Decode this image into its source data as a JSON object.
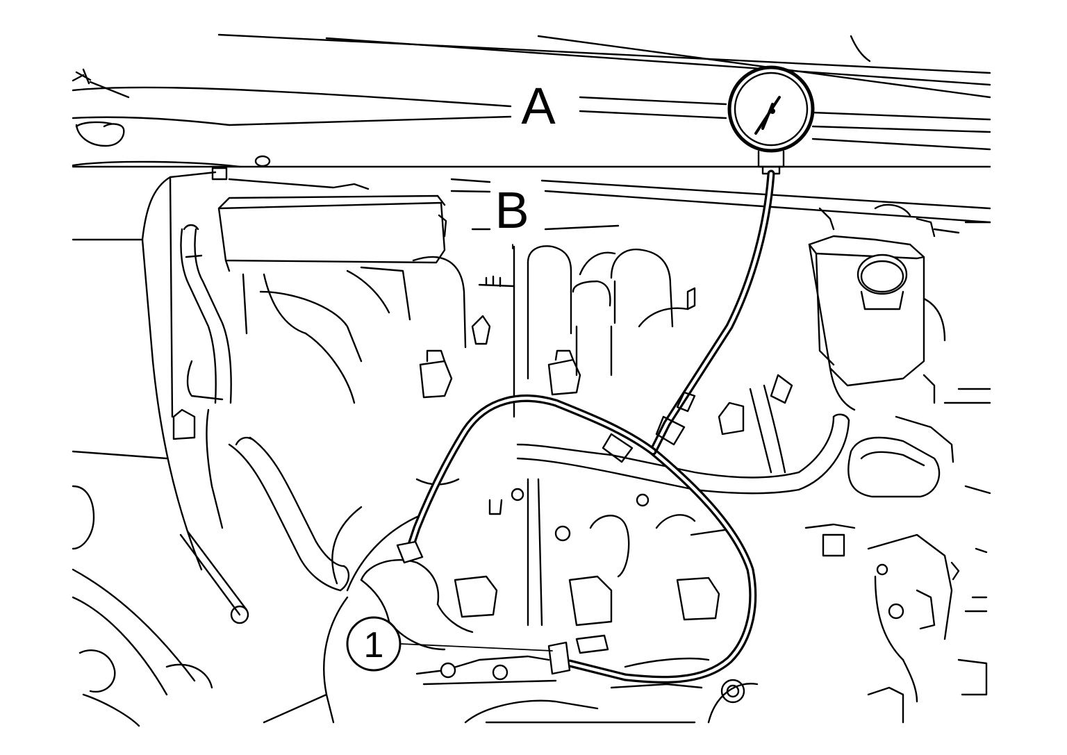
{
  "labels": {
    "a": "A",
    "b": "B",
    "callout_1": "1"
  },
  "colors": {
    "line": "#000000",
    "background": "#ffffff"
  }
}
